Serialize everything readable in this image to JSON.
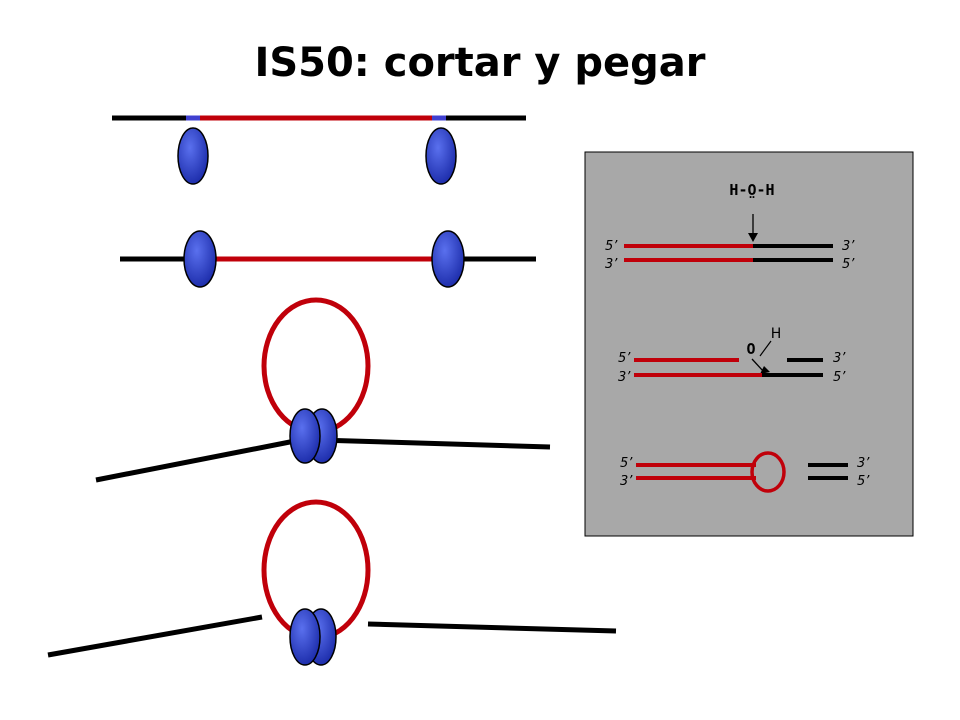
{
  "title": "IS50: cortar y pegar",
  "panel": {
    "water": "H-O-H",
    "lone_pair": "¨",
    "oxygen": "O",
    "hydrogen": "H",
    "five_prime": "5’",
    "three_prime": "3’"
  },
  "colors": {
    "host_dna": "#000000",
    "transposon": "#c0000a",
    "transposase": "#2d3fc8",
    "end_sequence": "#4040d0",
    "panel_bg": "#a8a8a8"
  }
}
